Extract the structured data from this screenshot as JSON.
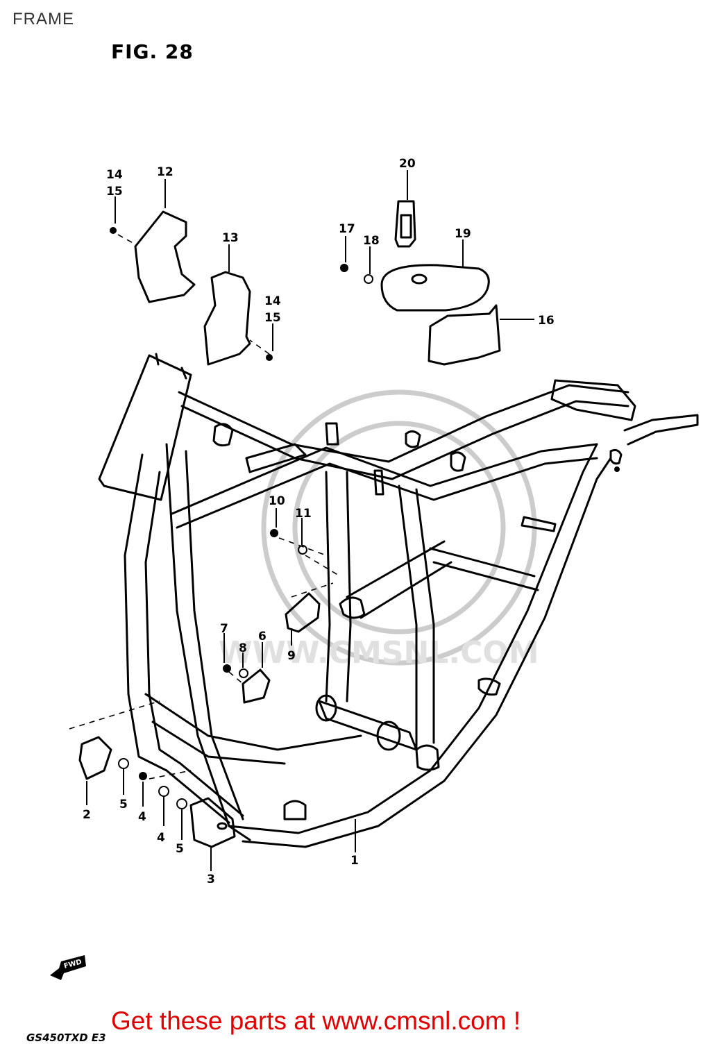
{
  "header": {
    "section_title": "FRAME",
    "figure_label": "FIG. 28"
  },
  "diagram": {
    "parts": [
      {
        "number": "1"
      },
      {
        "number": "2"
      },
      {
        "number": "3"
      },
      {
        "number": "4"
      },
      {
        "number": "4"
      },
      {
        "number": "5"
      },
      {
        "number": "5"
      },
      {
        "number": "6"
      },
      {
        "number": "7"
      },
      {
        "number": "8"
      },
      {
        "number": "9"
      },
      {
        "number": "10"
      },
      {
        "number": "11"
      },
      {
        "number": "12"
      },
      {
        "number": "13"
      },
      {
        "number": "14"
      },
      {
        "number": "15"
      },
      {
        "number": "14"
      },
      {
        "number": "15"
      },
      {
        "number": "16"
      },
      {
        "number": "17"
      },
      {
        "number": "18"
      },
      {
        "number": "19"
      },
      {
        "number": "20"
      }
    ],
    "watermark_text": "WWW.CMSNL.COM",
    "fwd_label": "FWD"
  },
  "footer": {
    "link_text": "Get these parts at www.cmsnl.com !",
    "model_code": "GS450TXD E3"
  }
}
